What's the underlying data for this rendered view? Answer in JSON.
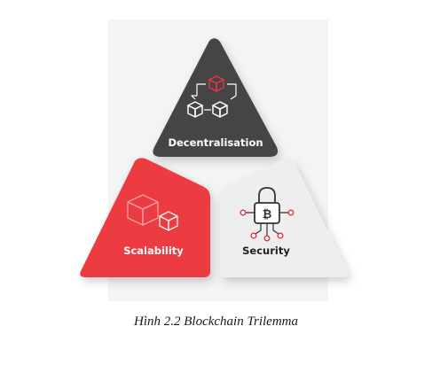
{
  "diagram": {
    "title": "Blockchain Trilemma",
    "segments": {
      "top": {
        "label": "Decentralisation",
        "color": "#444444",
        "text_color": "#ffffff",
        "icon": "linked-cubes-icon"
      },
      "left": {
        "label": "Scalability",
        "color": "#ed3b43",
        "text_color": "#ffffff",
        "icon": "scaling-cubes-icon"
      },
      "right": {
        "label": "Security",
        "color": "#eeeeee",
        "text_color": "#222222",
        "icon": "bitcoin-lock-icon"
      }
    },
    "accent_color": "#e5333d"
  },
  "caption": "Hình 2.2 Blockchain Trilemma"
}
